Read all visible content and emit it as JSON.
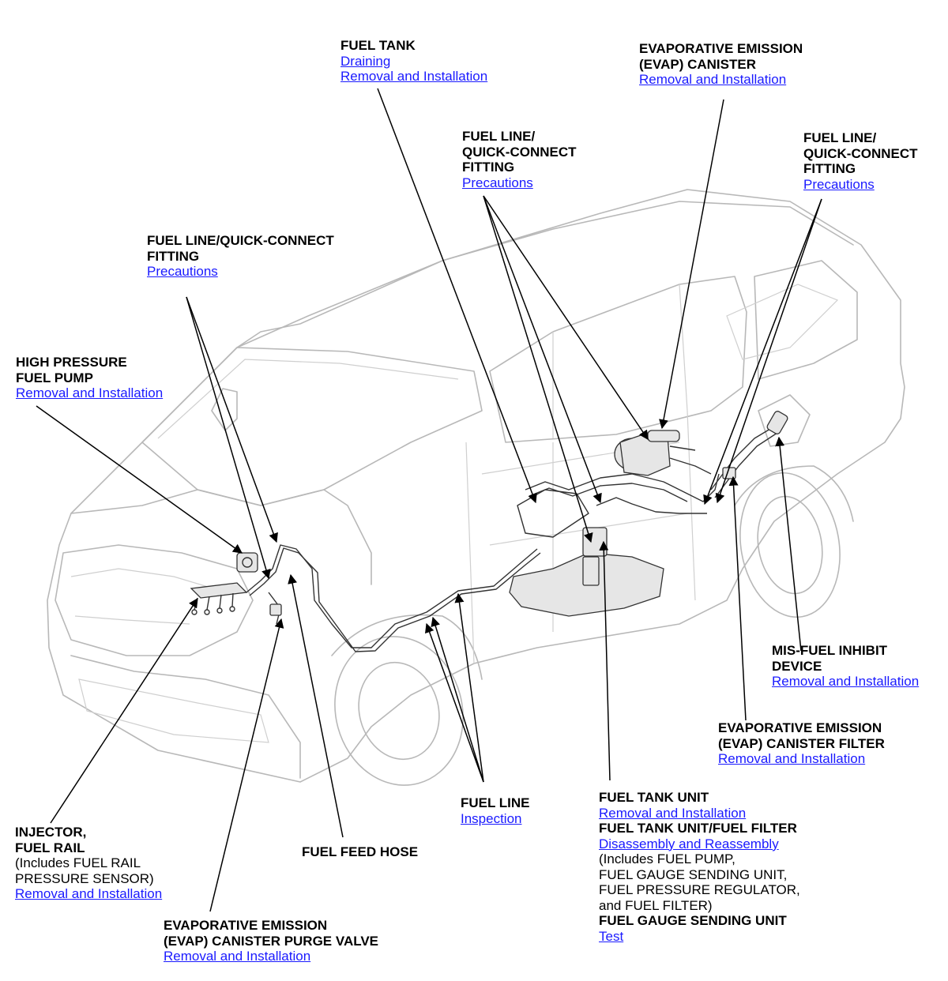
{
  "callouts": {
    "fuel_tank": {
      "title": [
        "FUEL TANK"
      ],
      "links": [
        "Draining",
        "Removal and Installation"
      ]
    },
    "evap_canister": {
      "title": [
        "EVAPORATIVE EMISSION",
        "(EVAP) CANISTER"
      ],
      "links": [
        "Removal and Installation"
      ]
    },
    "quick_connect_center": {
      "title": [
        "FUEL LINE/",
        "QUICK-CONNECT",
        "FITTING"
      ],
      "links": [
        "Precautions"
      ]
    },
    "quick_connect_right": {
      "title": [
        "FUEL LINE/",
        "QUICK-CONNECT",
        "FITTING"
      ],
      "links": [
        "Precautions"
      ]
    },
    "quick_connect_left": {
      "title": [
        "FUEL LINE/QUICK-CONNECT",
        "FITTING"
      ],
      "links": [
        "Precautions"
      ]
    },
    "high_pressure_pump": {
      "title": [
        "HIGH PRESSURE",
        "FUEL PUMP"
      ],
      "links": [
        "Removal and Installation"
      ]
    },
    "mis_fuel": {
      "title": [
        "MIS-FUEL INHIBIT",
        "DEVICE"
      ],
      "links": [
        "Removal and Installation"
      ]
    },
    "evap_filter": {
      "title": [
        "EVAPORATIVE EMISSION",
        "(EVAP) CANISTER FILTER"
      ],
      "links": [
        "Removal and Installation"
      ]
    },
    "fuel_line": {
      "title": [
        "FUEL LINE"
      ],
      "links": [
        "Inspection"
      ]
    },
    "fuel_tank_unit": {
      "title_a": "FUEL TANK UNIT",
      "link_a": "Removal and Installation",
      "title_b": "FUEL TANK UNIT/FUEL FILTER",
      "link_b": "Disassembly and Reassembly",
      "notes": [
        "(Includes FUEL PUMP,",
        "FUEL GAUGE SENDING UNIT,",
        "FUEL PRESSURE REGULATOR,",
        "and FUEL FILTER)"
      ],
      "title_c": "FUEL GAUGE SENDING UNIT",
      "link_c": "Test"
    },
    "injector": {
      "title": [
        "INJECTOR,",
        "FUEL RAIL"
      ],
      "notes": [
        "(Includes FUEL RAIL",
        "PRESSURE SENSOR)"
      ],
      "links": [
        "Removal and Installation"
      ]
    },
    "fuel_feed_hose": {
      "title": [
        "FUEL FEED HOSE"
      ]
    },
    "purge_valve": {
      "title": [
        "EVAPORATIVE EMISSION",
        "(EVAP) CANISTER PURGE VALVE"
      ],
      "links": [
        "Removal and Installation"
      ]
    }
  },
  "colors": {
    "link": "#1a1aff",
    "text": "#000000",
    "outline": "#b8b8b8"
  }
}
